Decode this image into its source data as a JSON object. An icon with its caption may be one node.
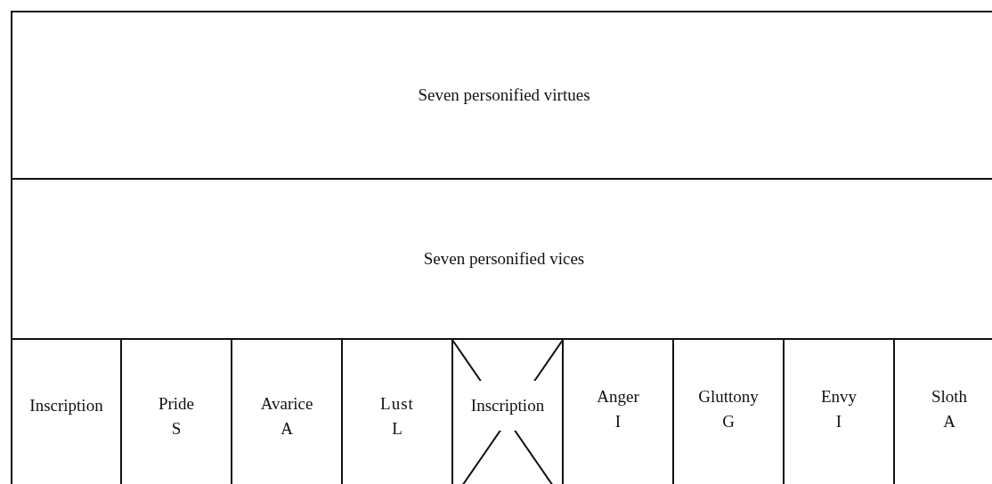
{
  "diagram": {
    "nodes": [
      {
        "text": [
          "Seven personified virtues"
        ]
      },
      {
        "text": [
          "Seven personified vices"
        ]
      },
      {
        "text": [
          "Inscription"
        ]
      },
      {
        "text": [
          "Pride",
          "S"
        ]
      },
      {
        "text": [
          "Avarice",
          "A"
        ]
      },
      {
        "text": [
          "Lust",
          "L"
        ]
      },
      {
        "text": [
          "Inscription"
        ]
      },
      {
        "text": [
          "Anger",
          "I"
        ]
      },
      {
        "text": [
          "Gluttony",
          "G"
        ]
      },
      {
        "text": [
          "Envy",
          "I"
        ]
      },
      {
        "text": [
          "Sloth",
          "A"
        ]
      }
    ]
  }
}
